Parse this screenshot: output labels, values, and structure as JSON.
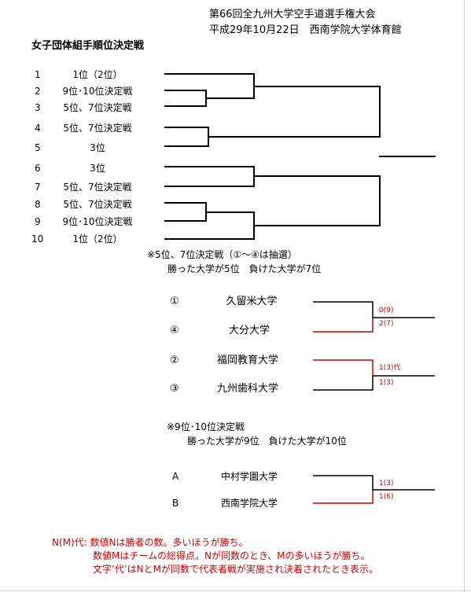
{
  "header": {
    "title": "第66回全九州大学空手道選手権大会",
    "subtitle": "平成29年10月22日　西南学院大学体育館",
    "section_title": "女子団体組手順位決定戦"
  },
  "bracket_main": {
    "entries": [
      {
        "num": "1",
        "label": "1位（2位）"
      },
      {
        "num": "2",
        "label": "9位･10位決定戦"
      },
      {
        "num": "3",
        "label": "5位、7位決定戦"
      },
      {
        "num": "4",
        "label": "5位、7位決定戦"
      },
      {
        "num": "5",
        "label": "3位"
      },
      {
        "num": "6",
        "label": "3位"
      },
      {
        "num": "7",
        "label": "5位、7位決定戦"
      },
      {
        "num": "8",
        "label": "5位、7位決定戦"
      },
      {
        "num": "9",
        "label": "9位･10位決定戦"
      },
      {
        "num": "10",
        "label": "1位（2位）"
      }
    ]
  },
  "note_5_7": {
    "line1": "※5位、7位決定戦（①～④は抽選）",
    "line2": "勝った大学が5位　負けた大学が7位"
  },
  "bracket_5_7": {
    "entries": [
      {
        "seed": "①",
        "team": "久留米大学",
        "score": "0(9)"
      },
      {
        "seed": "④",
        "team": "大分大学",
        "score": "2(7)"
      },
      {
        "seed": "②",
        "team": "福岡教育大学",
        "score": "1(3)代"
      },
      {
        "seed": "③",
        "team": "九州歯科大学",
        "score": "1(3)"
      }
    ]
  },
  "note_9_10": {
    "line1": "※9位･10位決定戦",
    "line2": "勝った大学が9位　負けた大学が10位"
  },
  "bracket_9_10": {
    "entries": [
      {
        "seed": "A",
        "team": "中村学園大学",
        "score": "1(3)"
      },
      {
        "seed": "B",
        "team": "西南学院大学",
        "score": "1(6)"
      }
    ]
  },
  "legend": {
    "line1": "N(M)代: 数値Nは勝者の数。多いほうが勝ち。",
    "line2": "数値Mはチームの総得点。Nが同数のとき、Mの多いほうが勝ち。",
    "line3": "文字’代’はNとMが同数で代表者戦が実施され決着されたとき表示。"
  },
  "colors": {
    "winner_line": "#cc0000",
    "line": "#000000",
    "legend_text": "#cc0000"
  }
}
